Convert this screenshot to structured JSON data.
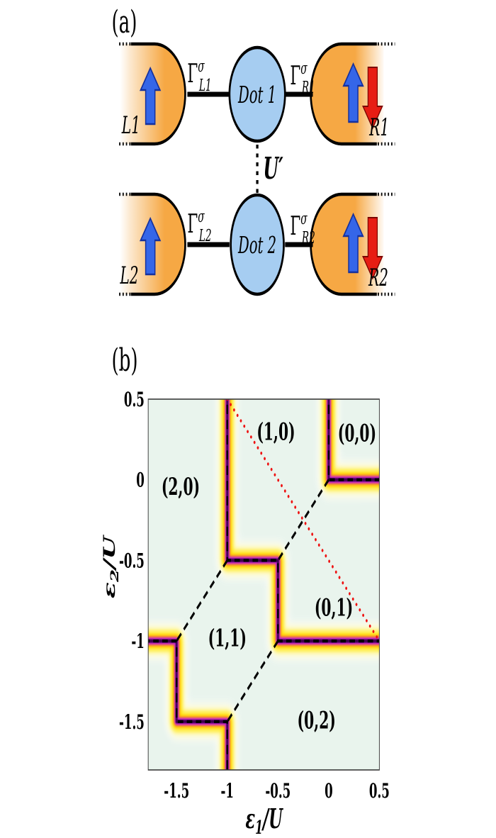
{
  "panel_a": {
    "label": "(a)",
    "leads": [
      {
        "id": "L1",
        "label": "L1",
        "spins": [
          "up"
        ]
      },
      {
        "id": "R1",
        "label": "R1",
        "spins": [
          "up",
          "down"
        ]
      },
      {
        "id": "L2",
        "label": "L2",
        "spins": [
          "up"
        ]
      },
      {
        "id": "R2",
        "label": "R2",
        "spins": [
          "up",
          "down"
        ]
      }
    ],
    "dots": [
      {
        "id": "dot1",
        "label": "Dot 1"
      },
      {
        "id": "dot2",
        "label": "Dot 2"
      }
    ],
    "couplings": [
      {
        "base": "Γ",
        "sup": "σ",
        "sub": "L1"
      },
      {
        "base": "Γ",
        "sup": "σ",
        "sub": "R1"
      },
      {
        "base": "Γ",
        "sup": "σ",
        "sub": "L2"
      },
      {
        "base": "Γ",
        "sup": "σ",
        "sub": "R2"
      }
    ],
    "interdot_coupling": "U′",
    "colors": {
      "lead_orange": "#f6a844",
      "dot_blue": "#a6cdf1",
      "spin_up_blue": "#3566e8",
      "spin_down_red": "#e71d13"
    }
  },
  "panel_b": {
    "label": "(b)"
  },
  "chart_data": {
    "type": "heatmap",
    "description": "Charge stability diagram of a double quantum dot: sequential-tunneling conductance ridges (bright yellow/purple) over charge-state regions (N1,N2)",
    "xlabel_parts": {
      "sym": "ε",
      "sub": "1",
      "rest": "/U"
    },
    "ylabel_parts": {
      "sym": "ε",
      "sub": "2",
      "rest": "/U"
    },
    "xlim": [
      -1.78,
      0.5
    ],
    "ylim": [
      -1.8,
      0.5
    ],
    "x_ticks": [
      {
        "v": -1.5,
        "label": "-1.5"
      },
      {
        "v": -1.0,
        "label": "-1"
      },
      {
        "v": -0.5,
        "label": "-0.5"
      },
      {
        "v": 0.0,
        "label": "0"
      },
      {
        "v": 0.5,
        "label": "0.5"
      }
    ],
    "y_ticks": [
      {
        "v": 0.5,
        "label": "0.5"
      },
      {
        "v": 0.0,
        "label": "0"
      },
      {
        "v": -0.5,
        "label": "-0.5"
      },
      {
        "v": -1.0,
        "label": "-1"
      },
      {
        "v": -1.5,
        "label": "-1.5"
      }
    ],
    "region_labels": [
      {
        "text": "(2,0)",
        "x": -1.46,
        "y": -0.04
      },
      {
        "text": "(1,0)",
        "x": -0.52,
        "y": 0.3
      },
      {
        "text": "(0,0)",
        "x": 0.28,
        "y": 0.29
      },
      {
        "text": "(1,1)",
        "x": -1.0,
        "y": -0.98
      },
      {
        "text": "(0,1)",
        "x": 0.05,
        "y": -0.79
      },
      {
        "text": "(0,2)",
        "x": -0.12,
        "y": -1.49
      }
    ],
    "conductance_ridges": [
      [
        [
          -1.0,
          0.56
        ],
        [
          -1.0,
          -0.5
        ],
        [
          -0.5,
          -0.5
        ],
        [
          -0.5,
          -1.0
        ],
        [
          0.54,
          -1.0
        ]
      ],
      [
        [
          0.0,
          0.56
        ],
        [
          0.0,
          0.0
        ],
        [
          0.54,
          0.0
        ]
      ],
      [
        [
          -1.82,
          -1.0
        ],
        [
          -1.5,
          -1.0
        ],
        [
          -1.5,
          -1.5
        ],
        [
          -1.0,
          -1.5
        ],
        [
          -1.0,
          -1.84
        ]
      ]
    ],
    "dashed_diagonals": [
      [
        [
          -1.0,
          -0.5
        ],
        [
          -1.5,
          -1.0
        ]
      ],
      [
        [
          0.0,
          0.0
        ],
        [
          -0.5,
          -0.5
        ]
      ],
      [
        [
          -0.5,
          -1.0
        ],
        [
          -1.0,
          -1.5
        ]
      ]
    ],
    "red_dotted_line": [
      [
        -1.0,
        0.5
      ],
      [
        0.5,
        -1.0
      ]
    ],
    "plot_bg": "#e9f4ed",
    "frame_color": "#3a3a3a",
    "red_line_color": "#ee1111",
    "dashed_color": "#000000",
    "ridge_layers": [
      {
        "color": "#ffffff",
        "width": 50,
        "blur": 7,
        "opacity": 0.9
      },
      {
        "color": "#fff9b8",
        "width": 40,
        "blur": 6,
        "opacity": 1
      },
      {
        "color": "#ffe60a",
        "width": 27,
        "blur": 4,
        "opacity": 1
      },
      {
        "color": "#ff9e00",
        "width": 15,
        "blur": 2.5,
        "opacity": 1
      },
      {
        "color": "#c81fd8",
        "width": 10.5,
        "blur": 1.6,
        "opacity": 1
      },
      {
        "color": "#3c0350",
        "width": 5,
        "blur": 0.9,
        "opacity": 1
      }
    ]
  }
}
